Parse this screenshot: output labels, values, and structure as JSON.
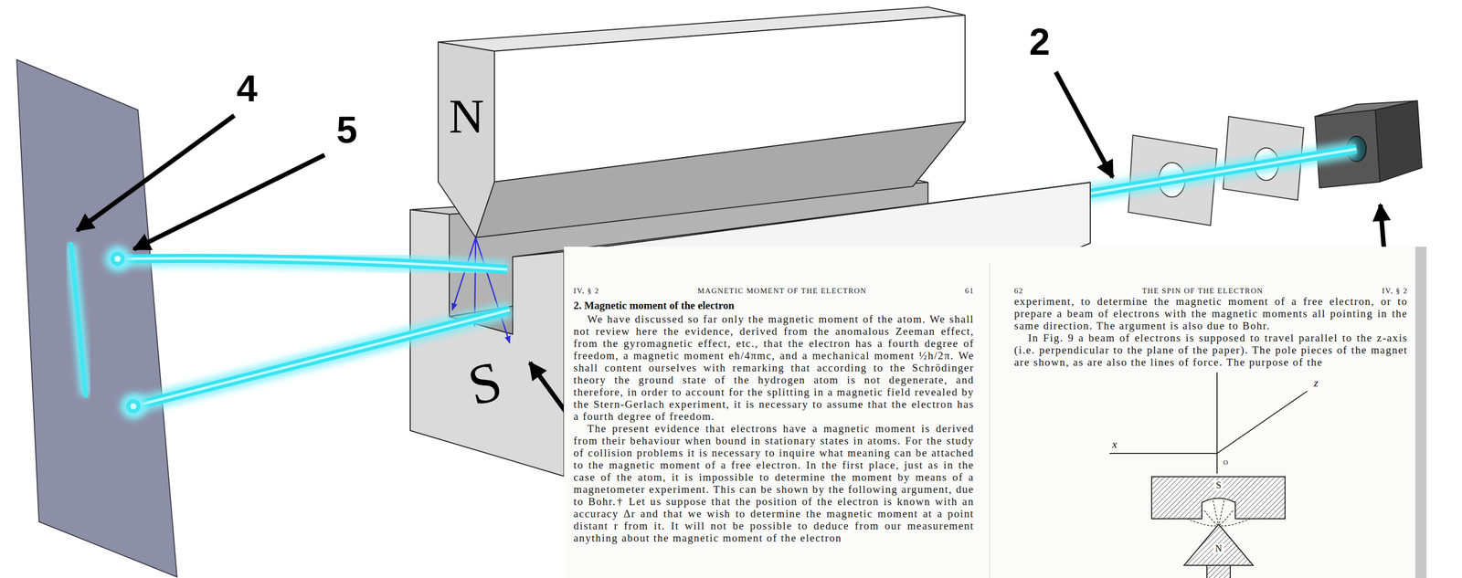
{
  "diagram": {
    "nodes": [
      {
        "text": [
          "N"
        ]
      },
      {
        "text": [
          "S"
        ]
      },
      {
        "text": [
          "IV, § 2",
          "MAGNETIC MOMENT OF THE ELECTRON",
          "61",
          "2. Magnetic moment of the electron",
          "We have discussed so far only the magnetic moment of the atom. We shall not review here the evidence, derived from the anomalous Zeeman effect, from the gyromagnetic effect, etc., that the electron has a fourth degree of freedom, a magnetic moment eh/4πmc, and a mechanical moment ½h/2π. We shall content ourselves with remarking that according to the Schrödinger theory the ground state of the hydrogen atom is not degenerate, and therefore, in order to account for the splitting in a magnetic field revealed by the Stern-Gerlach experiment, it is necessary to assume that the electron has a fourth degree of freedom.",
          "The present evidence that electrons have a magnetic moment is derived from their behaviour when bound in stationary states in atoms. For the study of collision problems it is necessary to inquire what meaning can be attached to the magnetic moment of a free electron. In the first place, just as in the case of the atom, it is impossible to determine the moment by means of a magnetometer experiment. This can be shown by the following argument, due to Bohr.† Let us suppose that the position of the electron is known with an accuracy Δr and that we wish to determine the magnetic moment at a point distant r from it. It will not be possible to deduce from our measurement anything about the magnetic moment of the electron"
        ]
      },
      {
        "text": [
          "62",
          "THE SPIN OF THE ELECTRON",
          "IV, § 2",
          "experiment, to determine the magnetic moment of a free electron, or to prepare a beam of electrons with the magnetic moments all pointing in the same direction. The argument is also due to Bohr.",
          "In Fig. 9 a beam of electrons is supposed to travel parallel to the z-axis (i.e. perpendicular to the plane of the paper). The pole pieces of the magnet are shown, as are also the lines of force. The purpose of the"
        ]
      },
      {
        "text": [
          "S"
        ],
        "in": 3
      },
      {
        "text": [
          "N"
        ],
        "in": 3
      }
    ],
    "labels": [
      "4",
      "5",
      "2",
      "x",
      "z",
      "O"
    ]
  }
}
